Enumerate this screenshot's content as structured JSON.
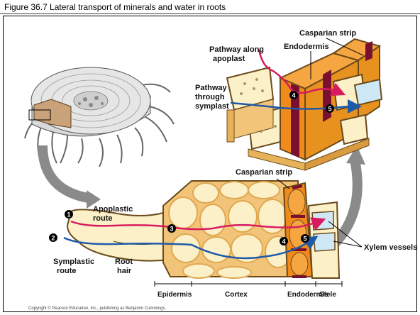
{
  "figure": {
    "title": "Figure 36.7  Lateral transport of minerals and water in roots"
  },
  "labels": {
    "casparian_strip_top": "Casparian strip",
    "pathway_apoplast_1": "Pathway along",
    "pathway_apoplast_2": "apoplast",
    "endodermis_top": "Endodermis",
    "pathway_symplast_1": "Pathway",
    "pathway_symplast_2": "through",
    "pathway_symplast_3": "symplast",
    "casparian_strip_bottom": "Casparian strip",
    "apoplastic_1": "Apoplastic",
    "apoplastic_2": "route",
    "symplastic_1": "Symplastic",
    "symplastic_2": "route",
    "root_hair_1": "Root",
    "root_hair_2": "hair",
    "xylem_vessels": "Xylem vessels",
    "epidermis": "Epidermis",
    "cortex": "Cortex",
    "endodermis_bottom": "Endodermis",
    "stele": "Stele"
  },
  "markers": {
    "m1": "1",
    "m2": "2",
    "m3": "3",
    "m4": "4",
    "m5": "5"
  },
  "copyright": "Copyright © Pearson Education, Inc., publishing as Benjamin Cummings.",
  "colors": {
    "cell_fill": "#fbf0c8",
    "cell_wall": "#e8b25a",
    "wall_stroke": "#6b4a1a",
    "endodermis": "#f08a1a",
    "casparian": "#7a1030",
    "apoplast_route": "#d81b60",
    "symplast_route": "#1e5aa8",
    "xylem": "#cfe8f5",
    "arrow": "#8a8a8a"
  }
}
